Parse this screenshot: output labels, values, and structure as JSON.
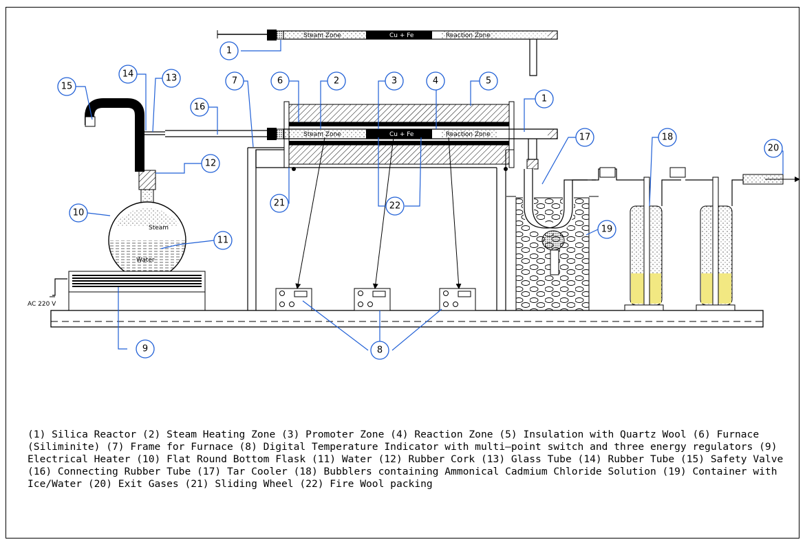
{
  "diagram": {
    "inline_labels": {
      "steam_zone": "Steam Zone",
      "promoter": "Cu + Fe",
      "reaction_zone": "Reaction Zone",
      "steam": "Steam",
      "water": "Water",
      "power": "AC 220 V"
    },
    "callouts": [
      "1",
      "1",
      "2",
      "3",
      "4",
      "5",
      "6",
      "7",
      "8",
      "9",
      "10",
      "11",
      "12",
      "13",
      "14",
      "15",
      "16",
      "17",
      "18",
      "19",
      "20",
      "21",
      "22"
    ],
    "colors": {
      "line": "#000000",
      "leader": "#1f5fd6",
      "bubbler_liquid": "#f2e882"
    }
  },
  "legend": "(1) Silica Reactor   (2) Steam Heating Zone (3) Promoter Zone (4) Reaction Zone  (5) Insulation with Quartz Wool   (6) Furnace (Siliminite)  (7) Frame for Furnace  (8) Digital Temperature Indicator with multi—point switch and three energy regulators (9) Electrical Heater   (10) Flat Round Bottom Flask (11) Water     (12) Rubber Cork (13) Glass Tube (14) Rubber Tube   (15) Safety Valve   (16) Connecting Rubber Tube (17) Tar Cooler     (18) Bubblers containing Ammonical Cadmium    Chloride Solution (19) Container with Ice/Water (20) Exit Gases (21) Sliding Wheel (22) Fire Wool packing"
}
